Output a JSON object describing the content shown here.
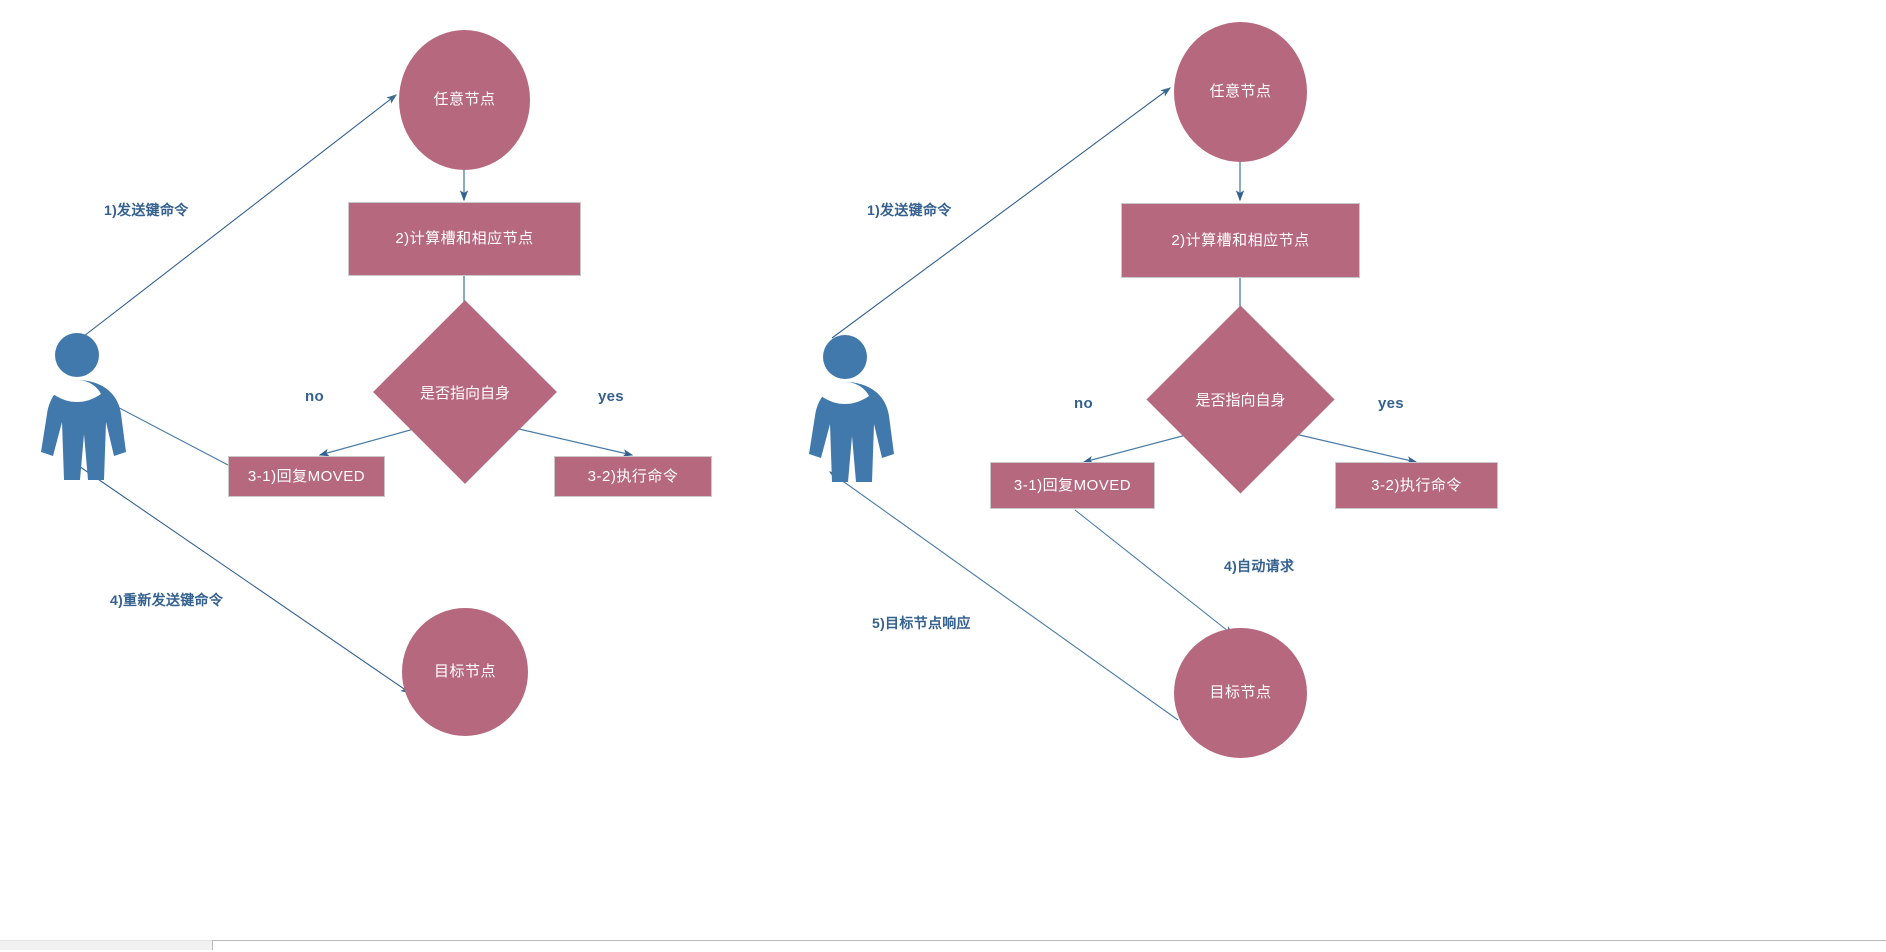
{
  "diagram": {
    "title_colors": {
      "node_fill": "#b5687e",
      "actor_fill": "#4279ac",
      "edge_stroke": "#35618f",
      "label_text": "#35618f",
      "node_text": "#ffffff",
      "background": "#ffffff"
    },
    "panels": [
      {
        "id": "left-panel",
        "name": "moved-redirect-flow",
        "nodes": {
          "any_node": "任意节点",
          "calc": "2)计算槽和相应节点",
          "decision": "是否指向自身",
          "branch_no": "3-1)回复MOVED",
          "branch_yes": "3-2)执行命令",
          "target_node": "目标节点"
        },
        "edge_labels": {
          "send_command": "1)发送键命令",
          "no": "no",
          "yes": "yes",
          "resend_command": "4)重新发送键命令"
        }
      },
      {
        "id": "right-panel",
        "name": "auto-redirect-flow",
        "nodes": {
          "any_node": "任意节点",
          "calc": "2)计算槽和相应节点",
          "decision": "是否指向自身",
          "branch_no": "3-1)回复MOVED",
          "branch_yes": "3-2)执行命令",
          "target_node": "目标节点"
        },
        "edge_labels": {
          "send_command": "1)发送键命令",
          "no": "no",
          "yes": "yes",
          "auto_request": "4)自动请求",
          "target_response": "5)目标节点响应"
        }
      }
    ]
  },
  "scrollbar": {
    "name": "horizontal-scrollbar"
  }
}
